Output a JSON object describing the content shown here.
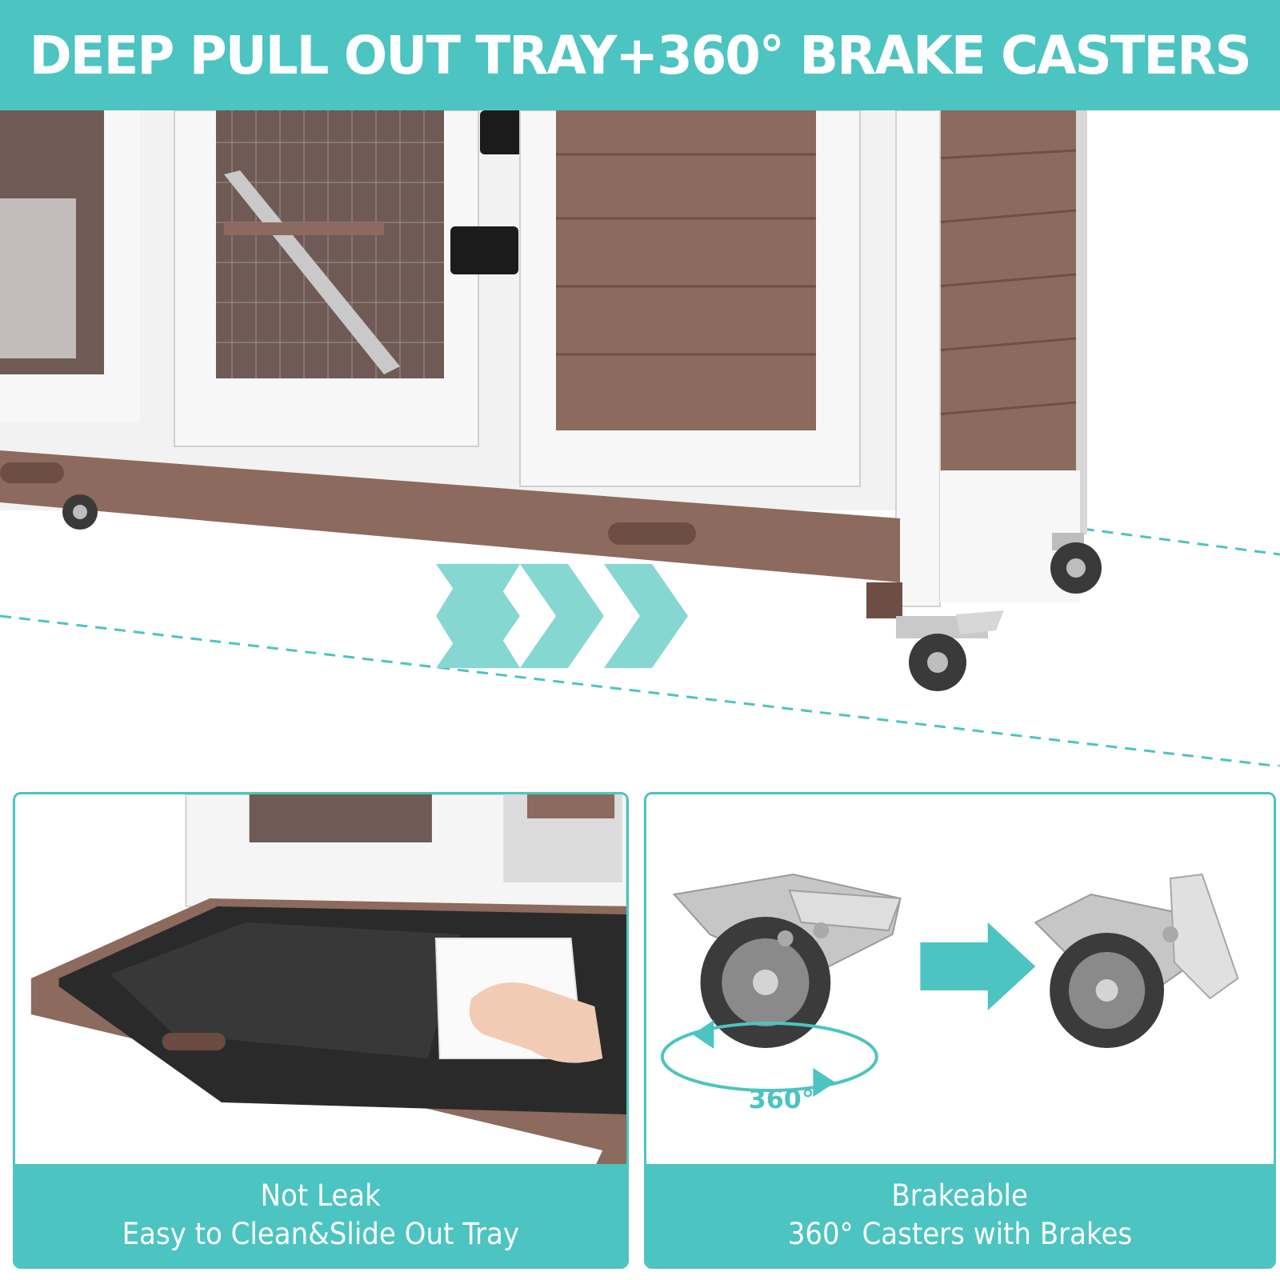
{
  "banner": {
    "title": "DEEP PULL OUT TRAY+360° BRAKE CASTERS"
  },
  "colors": {
    "accent": "#4cc4c1",
    "wood": "#8d6a5e",
    "frame": "#f2f2f2",
    "tray_liner": "#2a2a2a"
  },
  "panels": {
    "tray": {
      "line1": "Not Leak",
      "line2": "Easy to Clean&Slide Out Tray"
    },
    "casters": {
      "rotation_label": "360°",
      "line1": "Brakeable",
      "line2": "360° Casters with Brakes"
    }
  },
  "icons": [
    "chevron-right-icon",
    "arrow-right-icon",
    "rotate-360-icon"
  ]
}
